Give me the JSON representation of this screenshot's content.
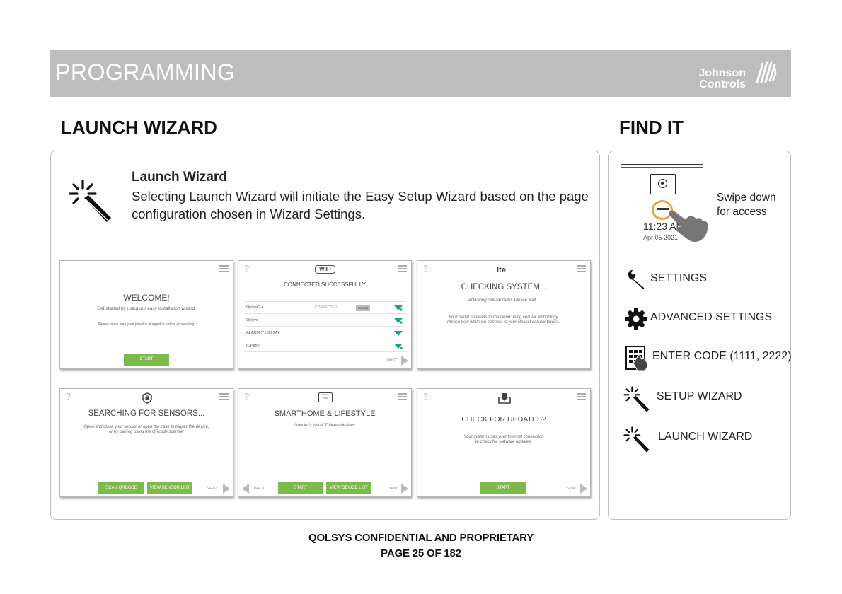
{
  "header": {
    "title": "PROGRAMMING",
    "brand_line1": "Johnson",
    "brand_line2": "Controls"
  },
  "sections": {
    "left_title": "LAUNCH WIZARD",
    "right_title": "FIND IT"
  },
  "description": {
    "title": "Launch Wizard",
    "body": "Selecting Launch Wizard will initiate the Easy Setup Wizard based on the page configuration chosen in Wizard Settings."
  },
  "screens": {
    "welcome": {
      "title": "WELCOME!",
      "subtitle": "Get started by using our easy installation wizard.",
      "note": "Please make sure your panel is plugged in before proceeding.",
      "start": "START"
    },
    "wifi": {
      "badge": "WiFi",
      "title": "CONNECTED SUCCESSFULLY",
      "rows": [
        {
          "name": "Qolsys2.4",
          "status": "CONNECTED",
          "action": "FORGET"
        },
        {
          "name": "Qolsys",
          "status": "",
          "action": ""
        },
        {
          "name": "ALARM (71 93 3A)",
          "status": "",
          "action": ""
        },
        {
          "name": "IQPanel",
          "status": "",
          "action": ""
        }
      ],
      "next": "NEXT"
    },
    "checking": {
      "badge": "lte",
      "title": "CHECKING SYSTEM...",
      "line1": "Activating cellular radio. Please wait...",
      "line2": "Your panel connects to the cloud using cellular technology.",
      "line3": "Please wait while we connect to your closest cellular tower..."
    },
    "sensors": {
      "title": "SEARCHING FOR SENSORS...",
      "line1": "Open and close your sensor or open the case to trigger the device,",
      "line2": "or try pairing using the QRcode scanner",
      "btn_scan": "SCAN QRCODE",
      "btn_list": "VIEW SENSOR LIST",
      "next": "NEXT"
    },
    "smarthome": {
      "badge": "Z-Wave PLUS",
      "title": "SMARTHOME & LIFESTYLE",
      "line1": "Now let's install Z-Wave devices",
      "back": "BACK",
      "start": "START",
      "btn_list": "VIEW DEVICE LIST",
      "skip": "SKIP"
    },
    "updates": {
      "title": "CHECK FOR UPDATES?",
      "line1": "Your system uses your Internet connection",
      "line2": "to check for software updates.",
      "start": "START",
      "skip": "SKIP"
    }
  },
  "find_it": {
    "time": "11:23 AM",
    "date": "Apr 05 2021",
    "swipe_line1": "Swipe down",
    "swipe_line2": "for access",
    "steps": [
      {
        "label": "SETTINGS",
        "icon": "wrench-icon"
      },
      {
        "label": "ADVANCED SETTINGS",
        "icon": "gear-icon"
      },
      {
        "label": "ENTER CODE (1111, 2222)",
        "icon": "keypad-icon"
      },
      {
        "label": "SETUP WIZARD",
        "icon": "magic-wand-icon"
      },
      {
        "label": "LAUNCH WIZARD",
        "icon": "magic-wand-icon"
      }
    ]
  },
  "footer": {
    "line1": "QOLSYS CONFIDENTIAL AND PROPRIETARY",
    "line2": "PAGE 25 OF 182"
  },
  "colors": {
    "banner": "#bdbdbd",
    "green": "#7cba4a",
    "teal": "#1aa38a",
    "orange": "#f0a23a"
  }
}
